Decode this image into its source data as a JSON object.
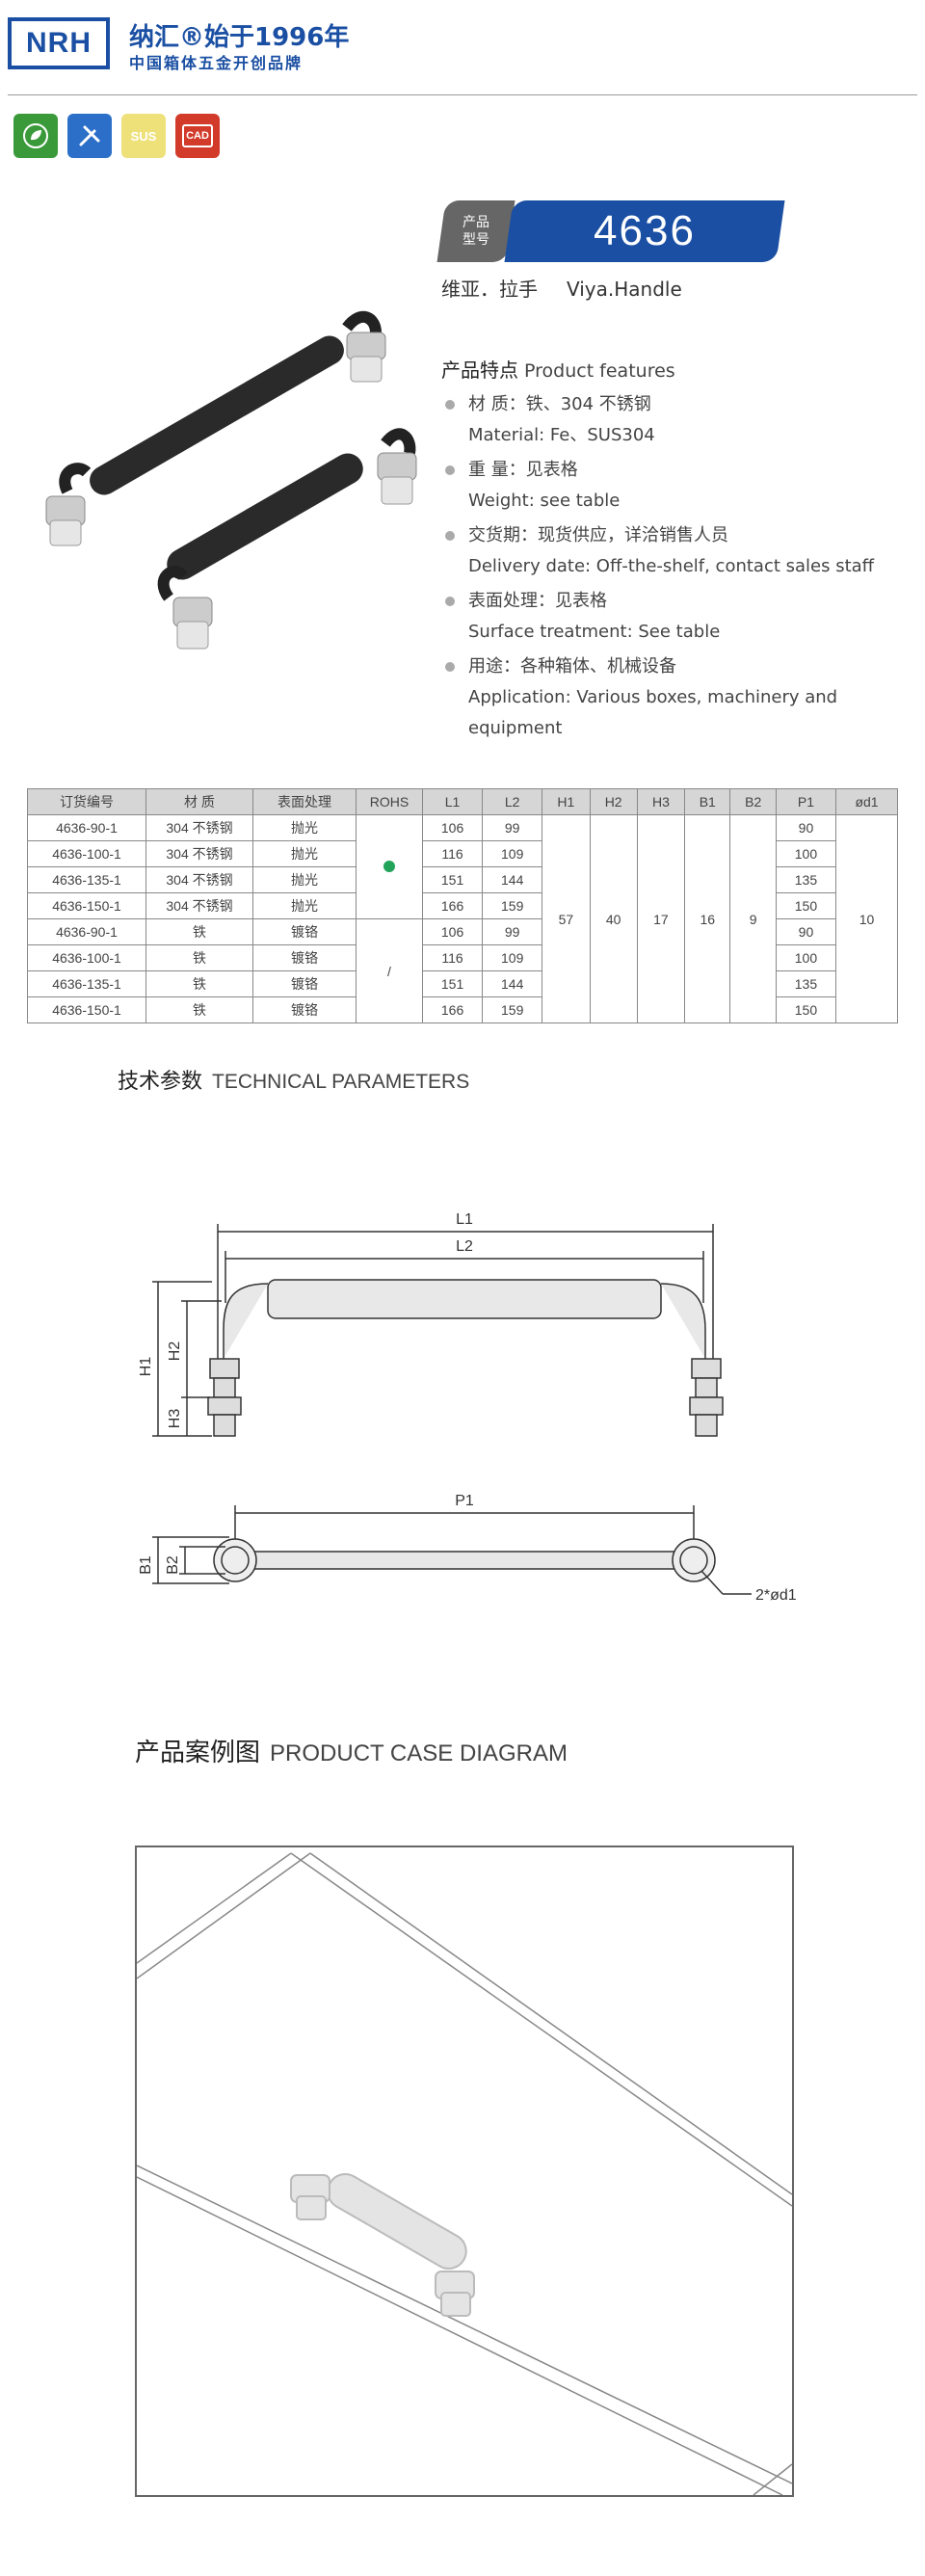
{
  "header": {
    "logo_text": "NRH",
    "brand_line1": "纳汇®始于1996年",
    "brand_line2": "中国箱体五金开创品牌"
  },
  "badges": [
    {
      "name": "eco-badge",
      "label": "",
      "color": "#3a9a3a"
    },
    {
      "name": "tools-badge",
      "label": "",
      "color": "#2b6fc9"
    },
    {
      "name": "sus-badge",
      "label": "SUS",
      "color": "#efe17a"
    },
    {
      "name": "cad-badge",
      "label": "CAD",
      "color": "#d23a2a"
    }
  ],
  "product": {
    "model_label": "产品\n型号",
    "model_label_l1": "产品",
    "model_label_l2": "型号",
    "model_number": "4636",
    "name_cn": "维亚．拉手",
    "name_en": "Viya.Handle",
    "accent_color": "#1a4fa3"
  },
  "features": {
    "heading_cn": "产品特点",
    "heading_en": "Product features",
    "items": [
      {
        "cn": "材   质：铁、304 不锈钢",
        "en": "Material: Fe、SUS304"
      },
      {
        "cn": "重   量：见表格",
        "en": "Weight: see table"
      },
      {
        "cn": "交货期：现货供应，详洽销售人员",
        "en": "Delivery date: Off-the-shelf, contact sales staff"
      },
      {
        "cn": "表面处理：见表格",
        "en": "Surface treatment: See table"
      },
      {
        "cn": "用途：各种箱体、机械设备",
        "en": "Application: Various boxes, machinery and equipment"
      }
    ]
  },
  "table": {
    "headers": [
      "订货编号",
      "材    质",
      "表面处理",
      "ROHS",
      "L1",
      "L2",
      "H1",
      "H2",
      "H3",
      "B1",
      "B2",
      "P1",
      "ød1"
    ],
    "rows": [
      {
        "code": "4636-90-1",
        "material": "304 不锈钢",
        "surface": "抛光",
        "l1": "106",
        "l2": "99",
        "p1": "90"
      },
      {
        "code": "4636-100-1",
        "material": "304 不锈钢",
        "surface": "抛光",
        "l1": "116",
        "l2": "109",
        "p1": "100"
      },
      {
        "code": "4636-135-1",
        "material": "304 不锈钢",
        "surface": "抛光",
        "l1": "151",
        "l2": "144",
        "p1": "135"
      },
      {
        "code": "4636-150-1",
        "material": "304 不锈钢",
        "surface": "抛光",
        "l1": "166",
        "l2": "159",
        "p1": "150"
      },
      {
        "code": "4636-90-1",
        "material": "铁",
        "surface": "镀铬",
        "l1": "106",
        "l2": "99",
        "p1": "90"
      },
      {
        "code": "4636-100-1",
        "material": "铁",
        "surface": "镀铬",
        "l1": "116",
        "l2": "109",
        "p1": "100"
      },
      {
        "code": "4636-135-1",
        "material": "铁",
        "surface": "镀铬",
        "l1": "151",
        "l2": "144",
        "p1": "135"
      },
      {
        "code": "4636-150-1",
        "material": "铁",
        "surface": "镀铬",
        "l1": "166",
        "l2": "159",
        "p1": "150"
      }
    ],
    "rohs_iron": "/",
    "shared": {
      "h1": "57",
      "h2": "40",
      "h3": "17",
      "b1": "16",
      "b2": "9",
      "d1": "10"
    }
  },
  "technical": {
    "heading_cn": "技术参数",
    "heading_en": "TECHNICAL PARAMETERS",
    "labels": {
      "l1": "L1",
      "l2": "L2",
      "h1": "H1",
      "h2": "H2",
      "h3": "H3",
      "p1": "P1",
      "b1": "B1",
      "b2": "B2",
      "d1": "2*ød1"
    }
  },
  "case": {
    "heading_cn": "产品案例图",
    "heading_en": "PRODUCT CASE DIAGRAM"
  }
}
